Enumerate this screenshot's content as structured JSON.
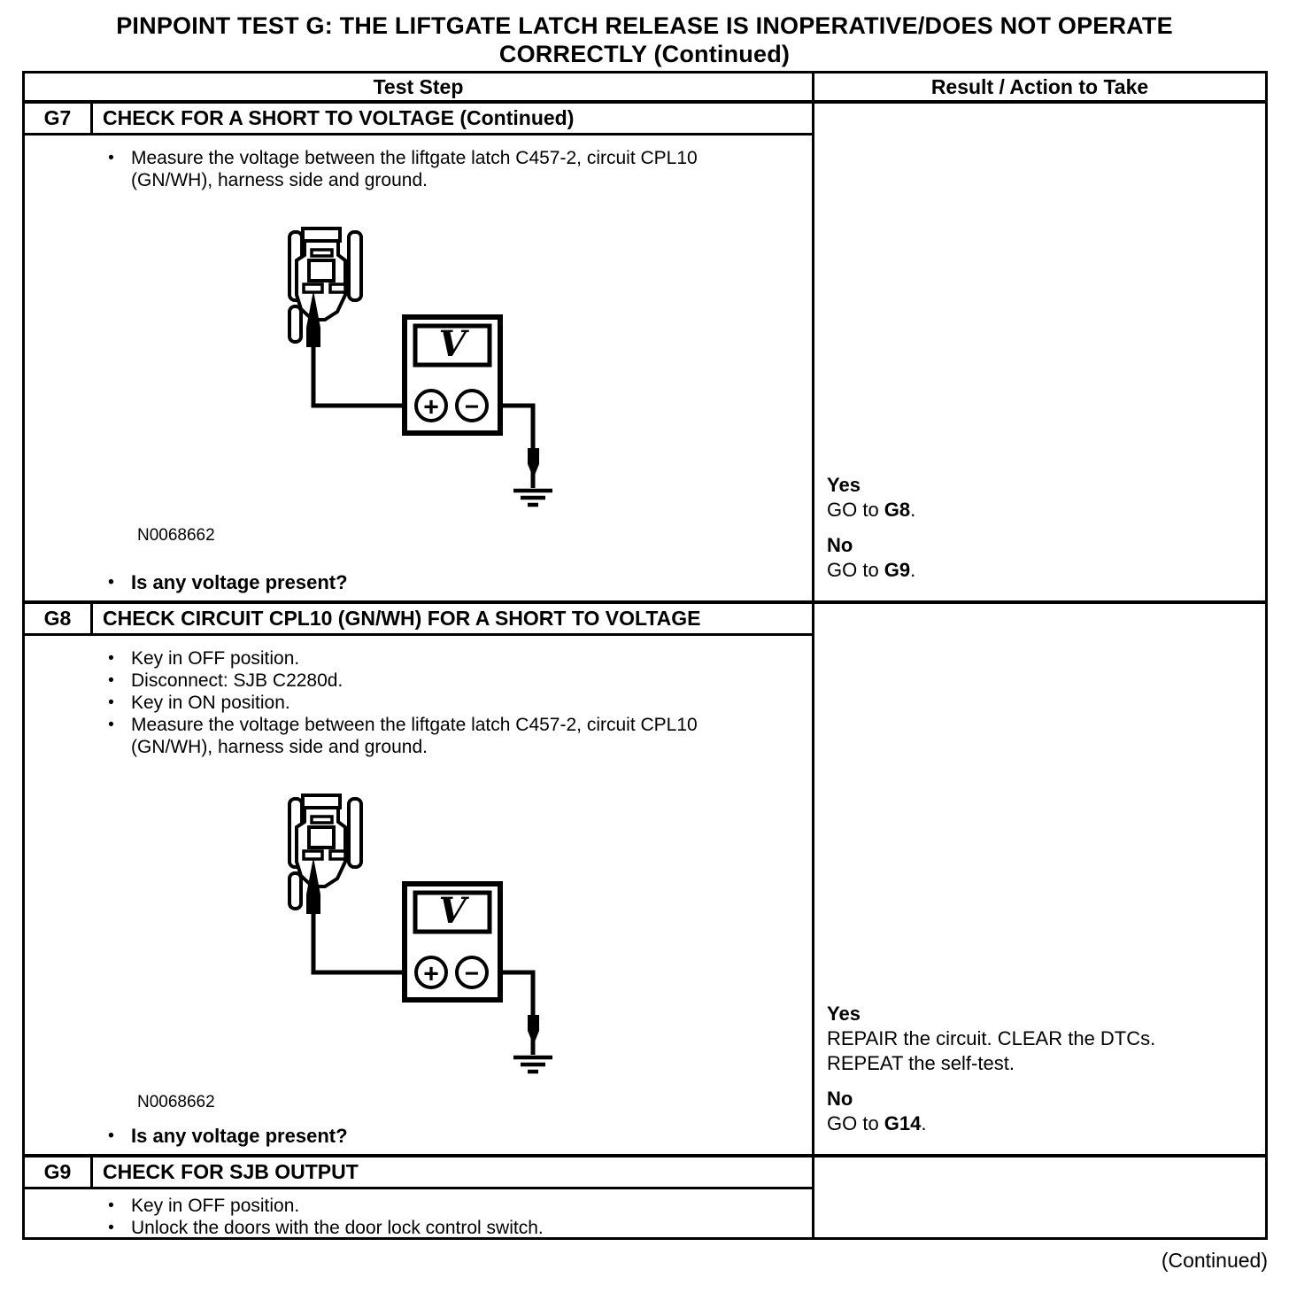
{
  "title": {
    "line1": "PINPOINT TEST G: THE LIFTGATE LATCH RELEASE IS INOPERATIVE/DOES NOT OPERATE",
    "line2": "CORRECTLY (Continued)"
  },
  "table_headers": {
    "test_step": "Test Step",
    "result_action": "Result / Action to Take"
  },
  "bullet_marker": "•",
  "diagram": {
    "meter_label": "V",
    "plus_label": "+",
    "minus_label": "−"
  },
  "sections": {
    "g7": {
      "id": "G7",
      "title": "CHECK FOR A SHORT TO VOLTAGE (Continued)",
      "bullets": [
        "Measure the voltage between the liftgate latch C457-2, circuit CPL10 (GN/WH), harness side and ground."
      ],
      "figure_label": "N0068662",
      "question": "Is any voltage present?",
      "result": {
        "yes_label": "Yes",
        "yes_line": {
          "prefix": "GO to ",
          "target": "G8",
          "suffix": "."
        },
        "no_label": "No",
        "no_line": {
          "prefix": "GO to ",
          "target": "G9",
          "suffix": "."
        }
      }
    },
    "g8": {
      "id": "G8",
      "title": "CHECK CIRCUIT CPL10 (GN/WH) FOR A SHORT TO VOLTAGE",
      "bullets": [
        "Key in OFF position.",
        "Disconnect: SJB C2280d.",
        "Key in ON position.",
        "Measure the voltage between the liftgate latch C457-2, circuit CPL10 (GN/WH), harness side and ground."
      ],
      "figure_label": "N0068662",
      "question": "Is any voltage present?",
      "result": {
        "yes_label": "Yes",
        "yes_line1": "REPAIR the circuit. CLEAR the DTCs.",
        "yes_line2": "REPEAT the self-test.",
        "no_label": "No",
        "no_line": {
          "prefix": "GO to ",
          "target": "G14",
          "suffix": "."
        }
      }
    },
    "g9": {
      "id": "G9",
      "title": "CHECK FOR SJB OUTPUT",
      "bullets": [
        "Key in OFF position.",
        "Unlock the doors with the door lock control switch."
      ]
    }
  },
  "footer": {
    "continued": "(Continued)"
  }
}
